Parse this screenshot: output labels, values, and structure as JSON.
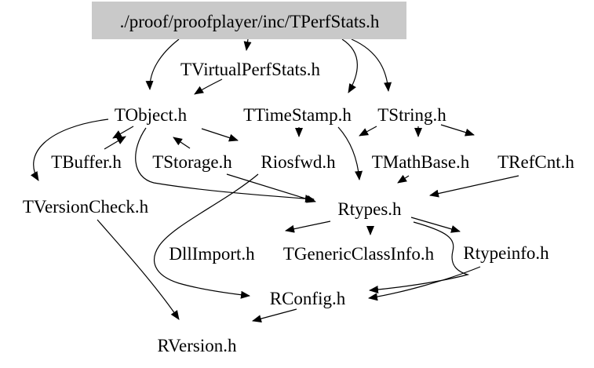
{
  "diagram": {
    "type": "include-dependency-graph",
    "background": "#ffffff",
    "root_fill": "#c9c9c9",
    "edge_color": "#000000",
    "text_color": "#000000",
    "nodes": [
      {
        "id": "tperfstats",
        "label": "./proof/proofplayer/inc/TPerfStats.h",
        "root": true
      },
      {
        "id": "tvirtualperfstats",
        "label": "TVirtualPerfStats.h"
      },
      {
        "id": "tobject",
        "label": "TObject.h"
      },
      {
        "id": "ttimestamp",
        "label": "TTimeStamp.h"
      },
      {
        "id": "tstring",
        "label": "TString.h"
      },
      {
        "id": "tbuffer",
        "label": "TBuffer.h"
      },
      {
        "id": "tstorage",
        "label": "TStorage.h"
      },
      {
        "id": "riosfwd",
        "label": "Riosfwd.h"
      },
      {
        "id": "tmathbase",
        "label": "TMathBase.h"
      },
      {
        "id": "trefcnt",
        "label": "TRefCnt.h"
      },
      {
        "id": "tversioncheck",
        "label": "TVersionCheck.h"
      },
      {
        "id": "rtypes",
        "label": "Rtypes.h"
      },
      {
        "id": "dllimport",
        "label": "DllImport.h"
      },
      {
        "id": "tgenericclassinfo",
        "label": "TGenericClassInfo.h"
      },
      {
        "id": "rtypeinfo",
        "label": "Rtypeinfo.h"
      },
      {
        "id": "rconfig",
        "label": "RConfig.h"
      },
      {
        "id": "rversion",
        "label": "RVersion.h"
      }
    ],
    "edges": [
      {
        "from": "tperfstats",
        "to": "tvirtualperfstats"
      },
      {
        "from": "tperfstats",
        "to": "tobject"
      },
      {
        "from": "tperfstats",
        "to": "ttimestamp"
      },
      {
        "from": "tperfstats",
        "to": "tstring"
      },
      {
        "from": "tvirtualperfstats",
        "to": "tobject"
      },
      {
        "from": "tobject",
        "to": "tbuffer"
      },
      {
        "from": "tbuffer",
        "to": "tobject"
      },
      {
        "from": "tstorage",
        "to": "tobject"
      },
      {
        "from": "tobject",
        "to": "riosfwd"
      },
      {
        "from": "tobject",
        "to": "tversioncheck"
      },
      {
        "from": "tobject",
        "to": "rtypes"
      },
      {
        "from": "ttimestamp",
        "to": "riosfwd"
      },
      {
        "from": "ttimestamp",
        "to": "rtypes"
      },
      {
        "from": "tstorage",
        "to": "rtypes"
      },
      {
        "from": "riosfwd",
        "to": "rconfig"
      },
      {
        "from": "tstring",
        "to": "riosfwd"
      },
      {
        "from": "tstring",
        "to": "tmathbase"
      },
      {
        "from": "tstring",
        "to": "trefcnt"
      },
      {
        "from": "tmathbase",
        "to": "rtypes"
      },
      {
        "from": "trefcnt",
        "to": "rtypes"
      },
      {
        "from": "rtypes",
        "to": "dllimport"
      },
      {
        "from": "rtypes",
        "to": "tgenericclassinfo"
      },
      {
        "from": "rtypes",
        "to": "rtypeinfo"
      },
      {
        "from": "rtypes",
        "to": "rconfig"
      },
      {
        "from": "rtypeinfo",
        "to": "rconfig"
      },
      {
        "from": "tversioncheck",
        "to": "rversion"
      },
      {
        "from": "rconfig",
        "to": "rversion"
      }
    ]
  }
}
